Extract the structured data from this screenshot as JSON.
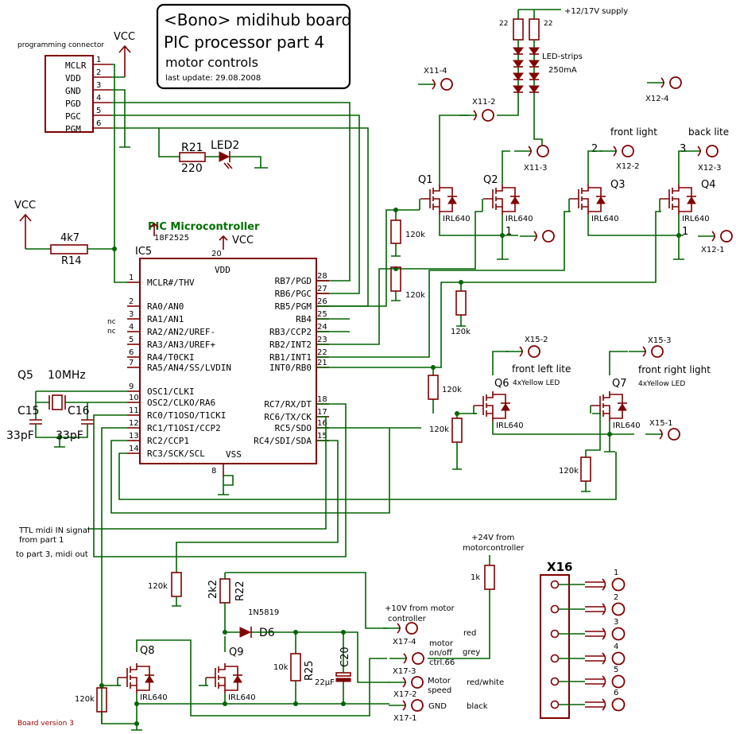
{
  "title_block": {
    "line1": "<Bono> midihub board",
    "line2": "PIC processor     part 4",
    "line3": "motor  controls",
    "line4": "last update:  29.08.2008"
  },
  "supply": {
    "label": "+12/17V supply",
    "res1": "22",
    "res2": "22"
  },
  "prog_connector": {
    "label": "programming connector",
    "pins": [
      "MCLR",
      "VDD",
      "GND",
      "PGD",
      "PGC",
      "PGM"
    ],
    "pin_numbers": [
      "1",
      "2",
      "3",
      "4",
      "5",
      "6"
    ]
  },
  "vcc": {
    "a": "VCC",
    "b": "VCC",
    "c": "VCC"
  },
  "r21": {
    "name": "R21",
    "value": "220"
  },
  "led2": {
    "name": "LED2"
  },
  "r14": {
    "name": "R14",
    "value": "4k7"
  },
  "ic5": {
    "name": "IC5",
    "part": "18F2525",
    "title": "PIC Microcontroller",
    "vdd": "VDD",
    "vdd_pin": "20",
    "vss": "VSS",
    "vss_pin": "8",
    "left_pins": [
      {
        "n": "1",
        "label": "MCLR#/THV"
      },
      {
        "n": "2",
        "label": "RA0/AN0"
      },
      {
        "n": "3",
        "label": "RA1/AN1"
      },
      {
        "n": "4",
        "label": "RA2/AN2/UREF-"
      },
      {
        "n": "5",
        "label": "RA3/AN3/UREF+"
      },
      {
        "n": "6",
        "label": "RA4/T0CKI"
      },
      {
        "n": "7",
        "label": "RA5/AN4/SS/LVDIN"
      },
      {
        "n": "9",
        "label": "OSC1/CLKI"
      },
      {
        "n": "10",
        "label": "OSC2/CLKO/RA6"
      },
      {
        "n": "11",
        "label": "RC0/T1OSO/T1CKI"
      },
      {
        "n": "12",
        "label": "RC1/T1OSI/CCP2"
      },
      {
        "n": "13",
        "label": "RC2/CCP1"
      },
      {
        "n": "14",
        "label": "RC3/SCK/SCL"
      }
    ],
    "right_pins": [
      {
        "n": "28",
        "label": "RB7/PGD"
      },
      {
        "n": "27",
        "label": "RB6/PGC"
      },
      {
        "n": "26",
        "label": "RB5/PGM"
      },
      {
        "n": "25",
        "label": "RB4"
      },
      {
        "n": "24",
        "label": "RB3/CCP2"
      },
      {
        "n": "23",
        "label": "RB2/INT2"
      },
      {
        "n": "22",
        "label": "RB1/INT1"
      },
      {
        "n": "21",
        "label": "INT0/RB0"
      },
      {
        "n": "18",
        "label": "RC7/RX/DT"
      },
      {
        "n": "17",
        "label": "RC6/TX/CK"
      },
      {
        "n": "16",
        "label": "RC5/SDO"
      },
      {
        "n": "15",
        "label": "RC4/SDI/SDA"
      }
    ],
    "nc1": "nc",
    "nc2": "nc"
  },
  "crystal": {
    "name": "Q5",
    "freq": "10MHz",
    "c1": "C15",
    "c2": "C16",
    "c1v": "33pF",
    "c2v": "33pF"
  },
  "connectors": {
    "x11_4": "X11-4",
    "x11_2": "X11-2",
    "x11_3": "X11-3",
    "x12_4": "X12-4",
    "x12_2": "X12-2",
    "x12_3": "X12-3",
    "x12_1": "X12-1",
    "x15_2": "X15-2",
    "x15_3": "X15-3",
    "x15_1": "X15-1",
    "x17_4": "X17-4",
    "x17_3": "X17-3",
    "x17_2": "X17-2",
    "x17_1": "X17-1",
    "pin1": "1",
    "pin2": "2",
    "pin3": "3"
  },
  "led_strips": {
    "label1": "LED-strips",
    "label2": "250mA"
  },
  "labels": {
    "front_light": "front light",
    "back_lite": "back lite",
    "front_left": "front left lite",
    "front_right": "front right light",
    "yellow1": "4xYellow LED",
    "yellow2": "4xYellow LED",
    "ttl_in_1": "TTL midi IN signal",
    "ttl_in_2": "from part 1",
    "midi_out": "to part 3, midi out",
    "plus24_1": "+24V from",
    "plus24_2": "motorcontroller",
    "plus10_1": "+10V from motor",
    "plus10_2": "controller",
    "motor_onoff_1": "motor",
    "motor_onoff_2": "on/off",
    "motor_onoff_3": "ctrl.66",
    "motor_speed_1": "Motor",
    "motor_speed_2": "speed",
    "gnd": "GND",
    "red": "red",
    "grey": "grey",
    "red_white": "red/white",
    "black": "black",
    "board_version": "Board version 3"
  },
  "transistors": {
    "q1": "Q1",
    "q2": "Q2",
    "q3": "Q3",
    "q4": "Q4",
    "q6": "Q6",
    "q7": "Q7",
    "q8": "Q8",
    "q9": "Q9",
    "type": "IRL640"
  },
  "resistors": {
    "r120k": "120k",
    "r1k": "1k",
    "r10k": "10k",
    "r22_name": "R22",
    "r22_val": "2k2",
    "r25_name": "R25"
  },
  "diode": {
    "name": "D6",
    "part": "1N5819"
  },
  "cap20": {
    "name": "C20",
    "value": "22µF"
  },
  "x16": {
    "name": "X16",
    "pins": [
      "1",
      "2",
      "3",
      "4",
      "5",
      "6"
    ]
  }
}
